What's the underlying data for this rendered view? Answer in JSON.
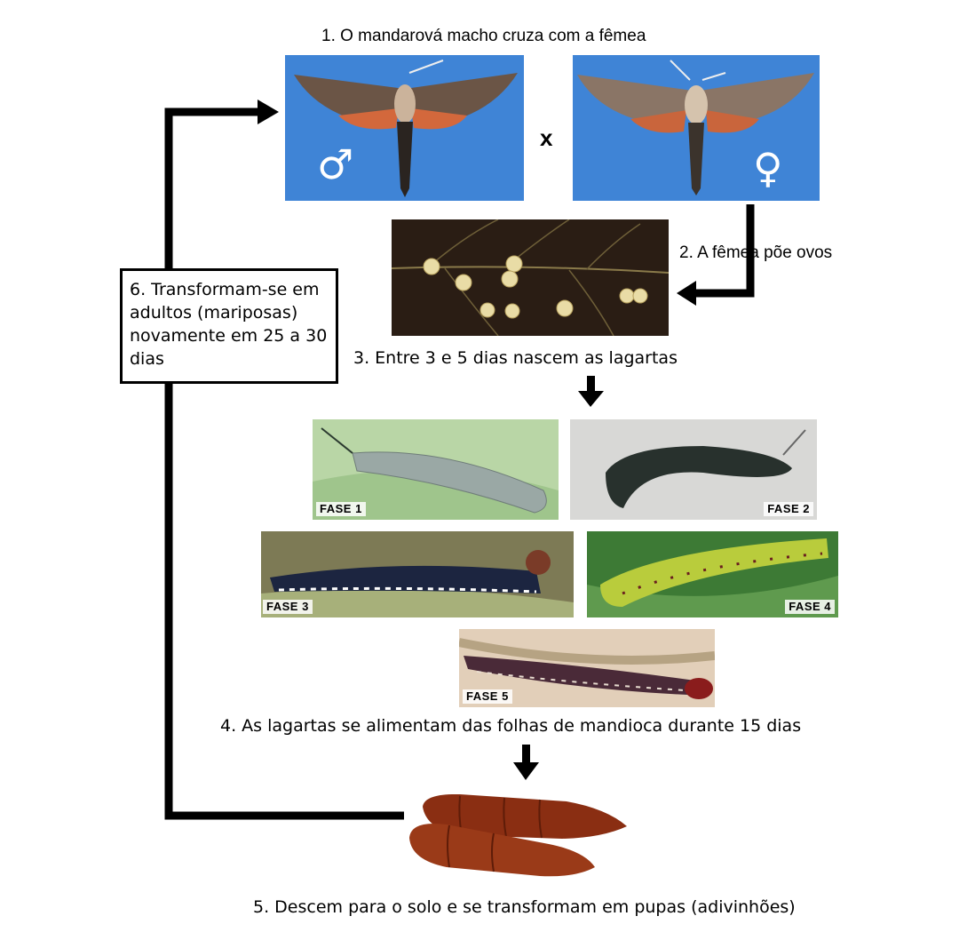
{
  "steps": {
    "step1": "1. O mandarová macho cruza com a fêmea",
    "step2": "2. A fêmea põe ovos",
    "step3": "3. Entre 3 e 5 dias nascem as lagartas",
    "step4": "4. As lagartas se alimentam das folhas de mandioca durante 15 dias",
    "step5": "5. Descem para o solo e se transformam em pupas (adivinhões)",
    "step6": "6. Transformam-se em adultos (mariposas) novamente em 25 a 30 dias"
  },
  "moths": {
    "cross": "x",
    "male_symbol": "♂",
    "female_symbol": "♀"
  },
  "phases": [
    "FASE 1",
    "FASE 2",
    "FASE 3",
    "FASE 4",
    "FASE 5"
  ],
  "colors": {
    "moth_bg": "#3f84d6",
    "egg_bg": "#2a1d14",
    "pupa": "#8a2e12"
  }
}
